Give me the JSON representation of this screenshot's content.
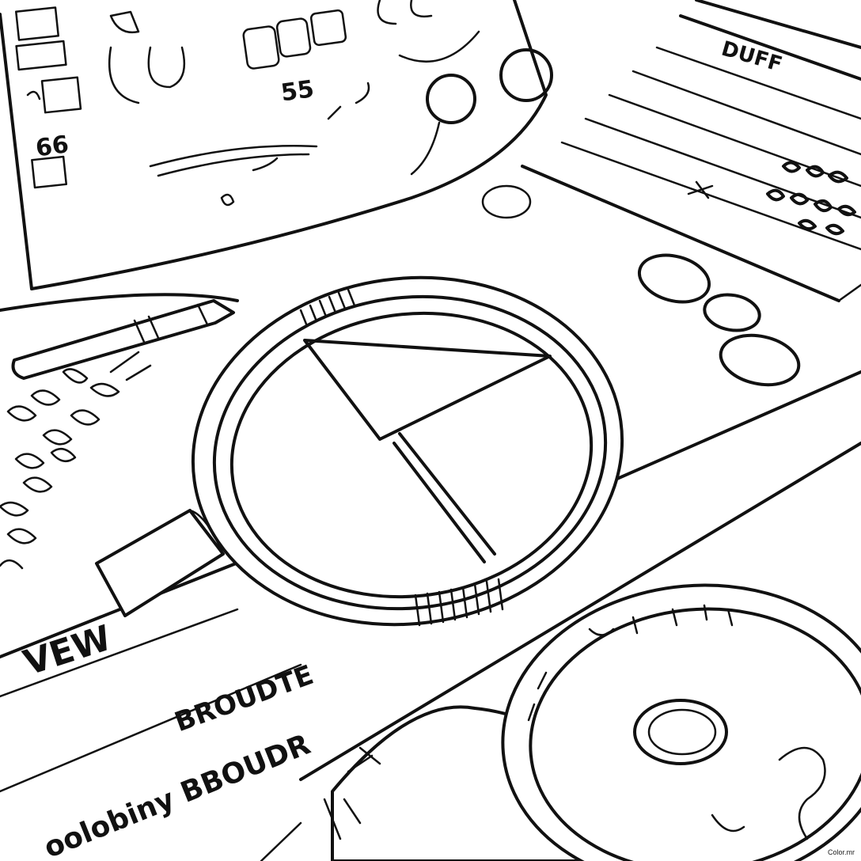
{
  "labels": {
    "top_number": "55",
    "left_number": "66",
    "right_sheet_heading": "DUFF",
    "lower_word": "VEW",
    "lower_phrase_1": "BROUDTE",
    "lower_phrase_2": "oolobiny BBOUDR"
  },
  "credit": "Color.mr",
  "colors": {
    "ink": "#111111",
    "paper": "#ffffff"
  }
}
